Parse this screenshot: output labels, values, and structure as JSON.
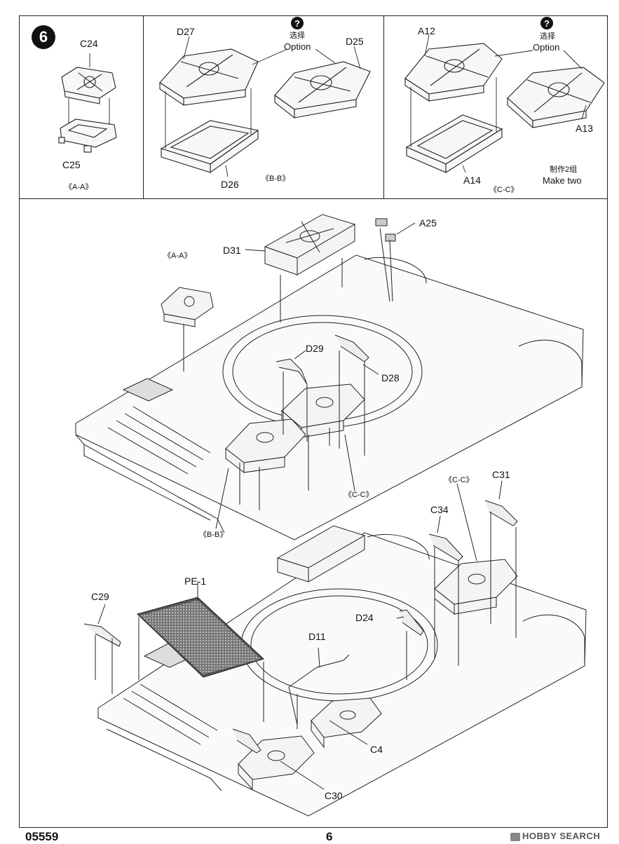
{
  "step": {
    "number": "6"
  },
  "panel_a": {
    "label": "《A-A》",
    "parts": [
      "C24",
      "C25"
    ]
  },
  "panel_b": {
    "label": "《B-B》",
    "parts": [
      "D27",
      "D25",
      "D26"
    ],
    "option_cn": "选择",
    "option_en": "Option"
  },
  "panel_c": {
    "label": "《C-C》",
    "parts": [
      "A12",
      "A13",
      "A14"
    ],
    "option_cn": "选择",
    "option_en": "Option",
    "make_cn": "制作2组",
    "make_en": "Make two"
  },
  "main_upper": {
    "labels": {
      "aa": "《A-A》",
      "d31": "D31",
      "a25": "A25",
      "d29": "D29",
      "d28": "D28",
      "cc": "《C-C》",
      "bb": "《B-B》"
    }
  },
  "main_lower": {
    "labels": {
      "cc": "《C-C》",
      "c31": "C31",
      "c34": "C34",
      "pe1": "PE-1",
      "c29": "C29",
      "d24": "D24",
      "d11": "D11",
      "c4": "C4",
      "c30": "C30"
    }
  },
  "footer": {
    "code": "05559",
    "page": "6",
    "watermark": "HOBBY SEARCH"
  }
}
